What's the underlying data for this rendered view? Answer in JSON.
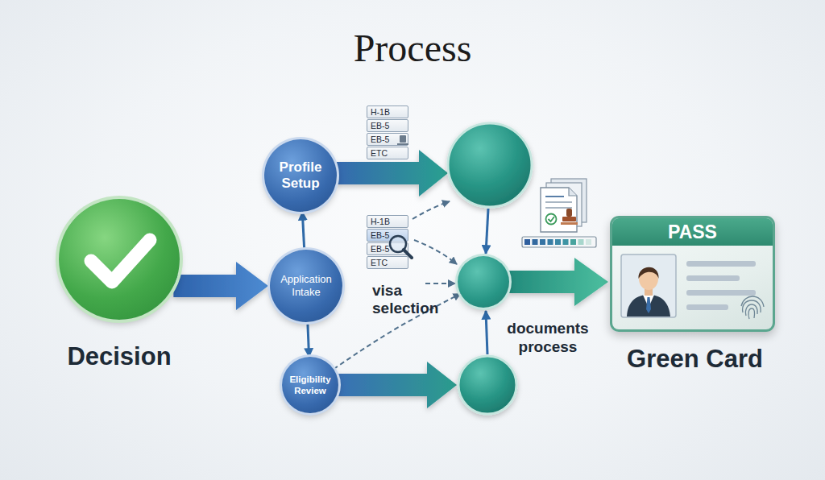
{
  "diagram": {
    "title": "Process",
    "nodes": [
      {
        "text": [
          "Decision"
        ]
      },
      {
        "text": [
          "Profile Setup"
        ]
      },
      {
        "text": [
          "Application Intake"
        ]
      },
      {
        "text": [
          "Eligibility Review"
        ]
      },
      {
        "text": [
          "documents process"
        ]
      },
      {
        "text": [
          "PASS",
          "Green Card"
        ]
      }
    ],
    "edges": [
      {
        "from": 0,
        "to": 2,
        "arrow": "to"
      },
      {
        "from": 2,
        "to": 1,
        "arrow": "to"
      },
      {
        "from": 2,
        "to": 3,
        "arrow": "to"
      },
      {
        "from": 3,
        "to": 4,
        "arrow": "to"
      },
      {
        "from": 4,
        "to": 5,
        "arrow": "to"
      }
    ],
    "labels": [
      "H-1B",
      "EB-5",
      "EB-5",
      "ETC",
      "H-1B",
      "EB-5",
      "EB-5",
      "ETC",
      "visa selection"
    ]
  }
}
